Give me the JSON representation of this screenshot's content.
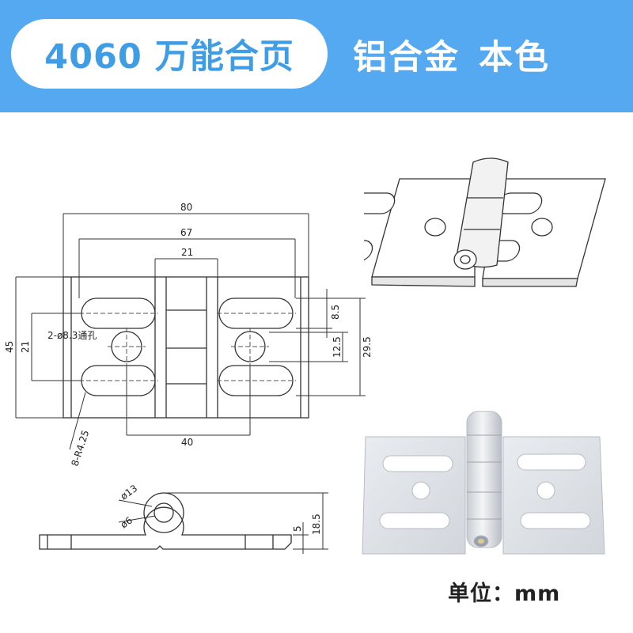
{
  "header": {
    "title": "4060 万能合页",
    "material": "铝合金",
    "finish": "本色"
  },
  "drawing": {
    "dim_width_total": "80",
    "dim_width_inner": "67",
    "dim_knuckle": "21",
    "dim_height_total": "45",
    "dim_height_left": "21",
    "dim_slot_height": "8.5",
    "dim_hole_spacing_v": "12.5",
    "dim_slot_span_v": "29.5",
    "dim_hole_spacing_h": "40",
    "hole_note": "2-ø8.3通孔",
    "slot_radius_note": "8-R4.25",
    "knuckle_outer": "ø13",
    "knuckle_inner": "ø6",
    "thickness": "5",
    "knuckle_height": "18.5"
  },
  "footer": {
    "unit": "单位：mm"
  },
  "colors": {
    "header_bg": "#55a9f0",
    "title_text": "#3f9de6",
    "line": "#333333"
  }
}
